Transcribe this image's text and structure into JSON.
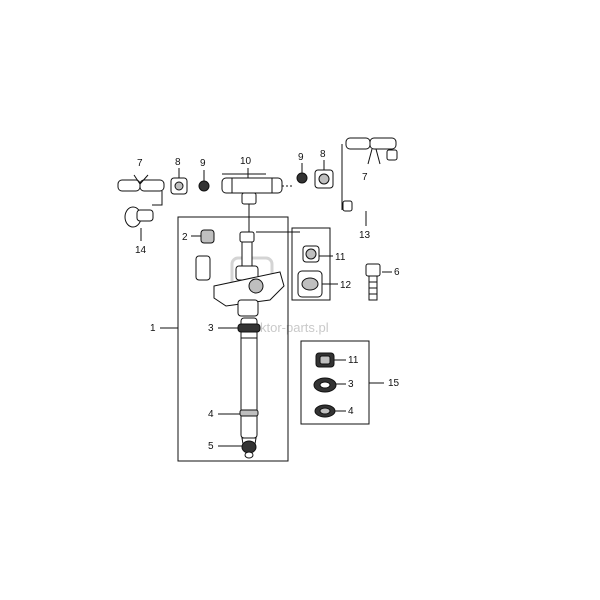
{
  "labels": {
    "l1": "1",
    "l2": "2",
    "l3a": "3",
    "l3b": "3",
    "l4a": "4",
    "l4b": "4",
    "l5": "5",
    "l6": "6",
    "l7a": "7",
    "l7b": "7",
    "l8a": "8",
    "l8b": "8",
    "l9a": "9",
    "l9b": "9",
    "l10": "10",
    "l11a": "11",
    "l11b": "11",
    "l12": "12",
    "l13": "13",
    "l14": "14",
    "l15": "15"
  },
  "watermark": "ktor-parts.pl"
}
